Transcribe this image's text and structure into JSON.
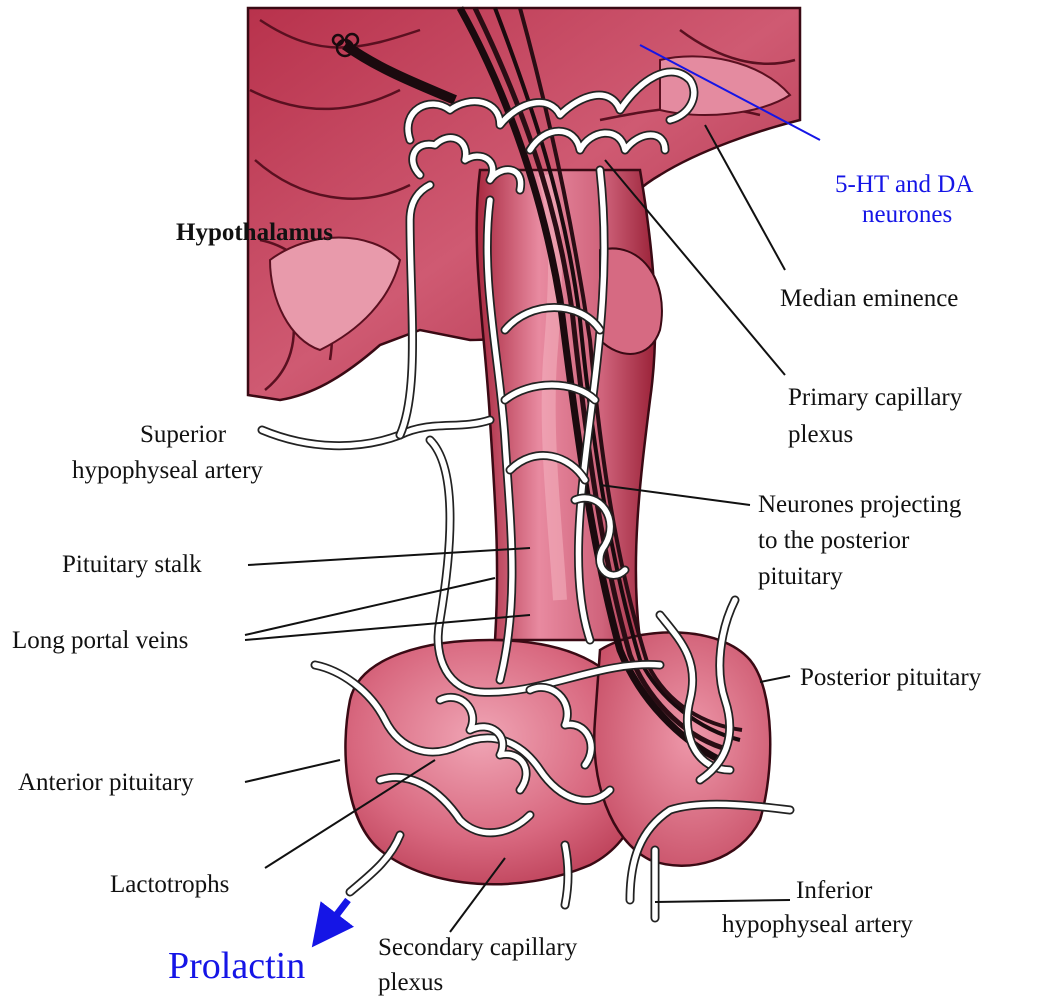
{
  "labels": {
    "hypothalamus": "Hypothalamus",
    "ht_da_1": "5-HT and DA",
    "ht_da_2": "neurones",
    "median_eminence": "Median eminence",
    "primary_1": "Primary capillary",
    "primary_2": "plexus",
    "superior_1": "Superior",
    "superior_2": "hypophyseal artery",
    "neurones_1": "Neurones projecting",
    "neurones_2": "to the posterior",
    "neurones_3": "pituitary",
    "stalk": "Pituitary stalk",
    "long_portal": "Long portal veins",
    "posterior": "Posterior pituitary",
    "anterior": "Anterior pituitary",
    "lactotrophs": "Lactotrophs",
    "inferior_1": "Inferior",
    "inferior_2": "hypophyseal artery",
    "secondary_1": "Secondary capillary",
    "secondary_2": "plexus",
    "prolactin": "Prolactin"
  },
  "colors": {
    "tissue": "#c8455e",
    "tissue_light": "#e07a8e",
    "tissue_dark": "#8e1f35",
    "annotation_blue": "#1515e6",
    "label_black": "#111111"
  }
}
